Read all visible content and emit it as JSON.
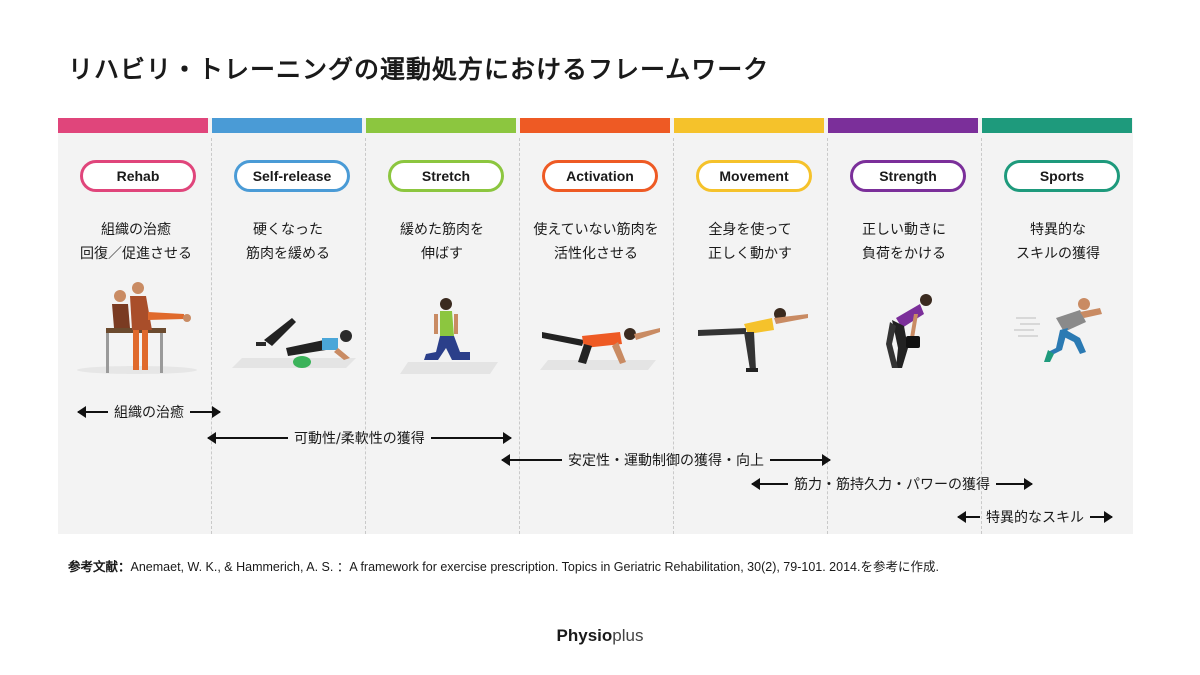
{
  "title": "リハビリ・トレーニングの運動処方におけるフレームワーク",
  "stages": [
    {
      "label": "Rehab",
      "color": "#e0457b",
      "desc": [
        "組織の治癒",
        "回復／促進させる"
      ],
      "figure": "therapist-assisting-patient-illustration"
    },
    {
      "label": "Self-release",
      "color": "#4a9bd6",
      "desc": [
        "硬くなった",
        "筋肉を緩める"
      ],
      "figure": "foam-roller-illustration"
    },
    {
      "label": "Stretch",
      "color": "#8cc63f",
      "desc": [
        "緩めた筋肉を",
        "伸ばす"
      ],
      "figure": "lunge-stretch-illustration"
    },
    {
      "label": "Activation",
      "color": "#ee5a24",
      "desc": [
        "使えていない筋肉を",
        "活性化させる"
      ],
      "figure": "bird-dog-illustration"
    },
    {
      "label": "Movement",
      "color": "#f5c22b",
      "desc": [
        "全身を使って",
        "正しく動かす"
      ],
      "figure": "single-leg-balance-illustration"
    },
    {
      "label": "Strength",
      "color": "#7b2f9a",
      "desc": [
        "正しい動きに",
        "負荷をかける"
      ],
      "figure": "deadlift-illustration"
    },
    {
      "label": "Sports",
      "color": "#1e9a7c",
      "desc": [
        "特異的な",
        "スキルの獲得"
      ],
      "figure": "sprinter-illustration"
    }
  ],
  "ranges": [
    {
      "label": "組織の治癒"
    },
    {
      "label": "可動性/柔軟性の獲得"
    },
    {
      "label": "安定性・運動制御の獲得・向上"
    },
    {
      "label": "筋力・筋持久力・パワーの獲得"
    },
    {
      "label": "特異的なスキル"
    }
  ],
  "reference": {
    "prefix": "参考文献：",
    "text": "Anemaet, W. K., & Hammerich, A. S. ：A framework for exercise prescription. Topics in Geriatric Rehabilitation, 30(2), 79-101. 2014.を参考に作成."
  },
  "logo": {
    "bold": "Physio",
    "light": "plus"
  }
}
